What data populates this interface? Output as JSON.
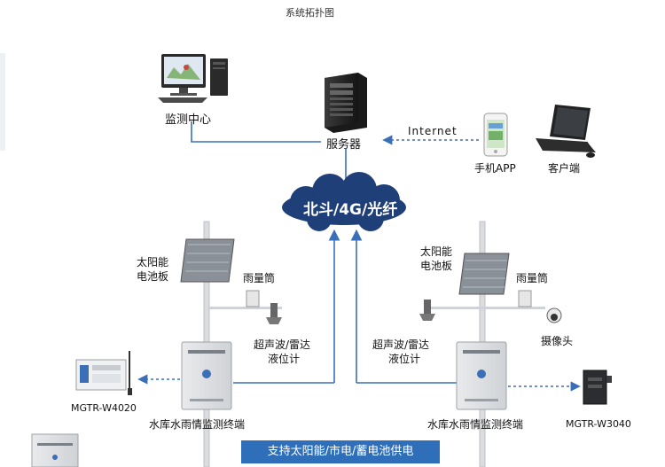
{
  "title": "系统拓扑图",
  "nodes": {
    "monitoring_center": "监测中心",
    "server": "服务器",
    "internet": "Internet",
    "mobile_app": "手机APP",
    "client": "客户端",
    "network": "北斗/4G/光纤"
  },
  "left_station": {
    "solar_panel_line1": "太阳能",
    "solar_panel_line2": "电池板",
    "rain_gauge": "雨量筒",
    "level_meter_line1": "超声波/雷达",
    "level_meter_line2": "液位计",
    "terminal": "水库水雨情监测终端",
    "device": "MGTR-W4020"
  },
  "right_station": {
    "solar_panel_line1": "太阳能",
    "solar_panel_line2": "电池板",
    "rain_gauge": "雨量筒",
    "level_meter_line1": "超声波/雷达",
    "level_meter_line2": "液位计",
    "camera": "摄像头",
    "terminal": "水库水雨情监测终端",
    "device": "MGTR-W3040"
  },
  "power_banner": "支持太阳能/市电/蓄电池供电",
  "colors": {
    "connector": "#3a6fb8",
    "cloud": "#1f3f78",
    "banner": "#2f6fba"
  }
}
